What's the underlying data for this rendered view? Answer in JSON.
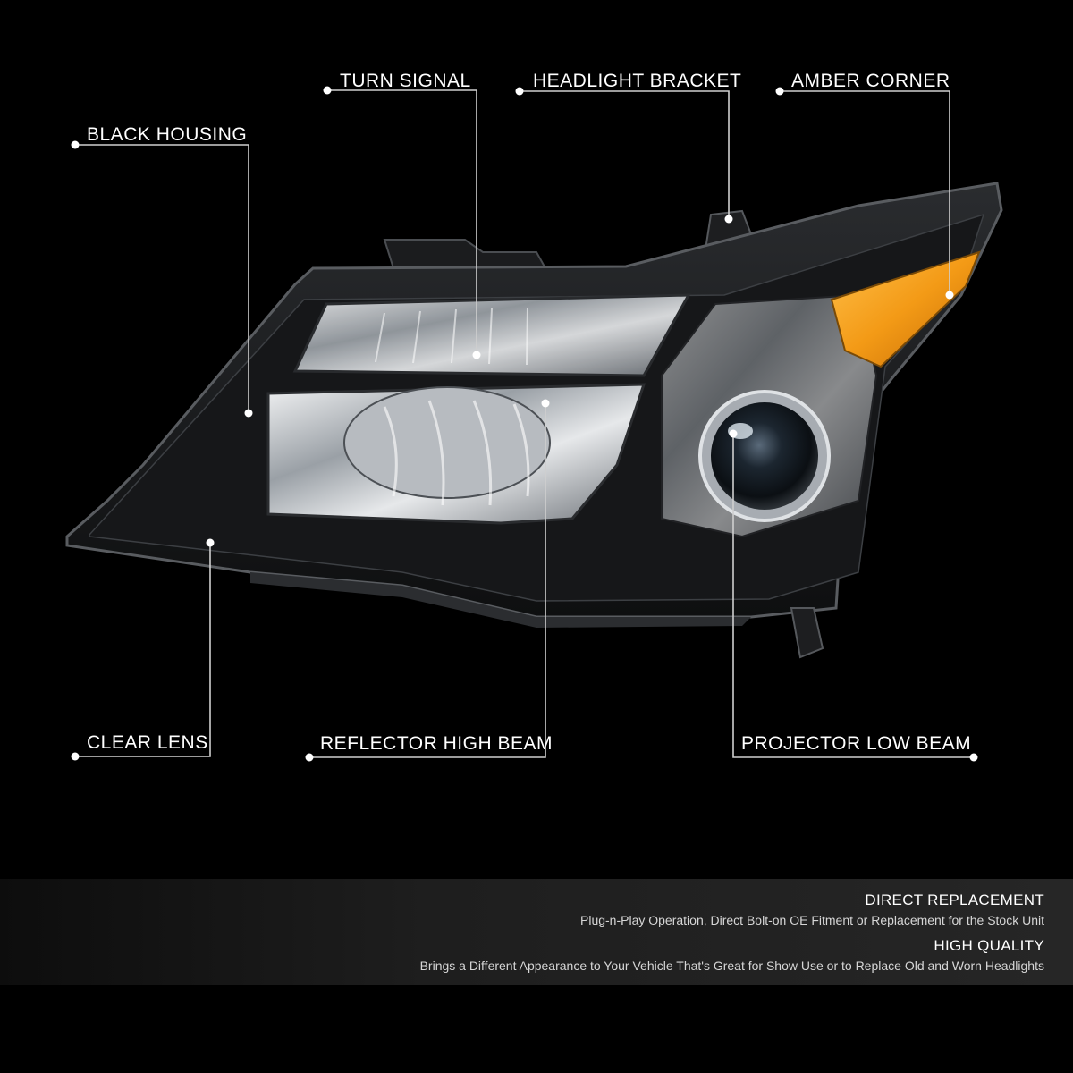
{
  "colors": {
    "background": "#000000",
    "callout_line": "#cfcfcf",
    "label_text": "#ffffff",
    "amber": "#f39a16",
    "chrome": "#c9ccd0"
  },
  "callouts": {
    "turn_signal": "TURN SIGNAL",
    "headlight_bracket": "HEADLIGHT BRACKET",
    "amber_corner": "AMBER CORNER",
    "black_housing": "BLACK HOUSING",
    "clear_lens": "CLEAR LENS",
    "reflector_high_beam": "REFLECTOR HIGH BEAM",
    "projector_low_beam": "PROJECTOR LOW BEAM"
  },
  "features": [
    {
      "title": "DIRECT REPLACEMENT",
      "description": "Plug-n-Play Operation, Direct Bolt-on OE Fitment or Replacement for the Stock Unit"
    },
    {
      "title": "HIGH QUALITY",
      "description": "Brings a Different Appearance to Your Vehicle That's Great for Show Use or to Replace Old and Worn Headlights"
    }
  ]
}
